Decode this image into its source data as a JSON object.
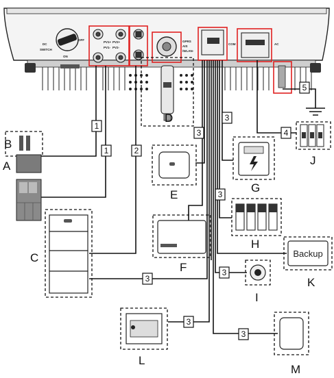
{
  "inverter": {
    "panel_labels": {
      "dc": "DC",
      "off": "OFF",
      "switch": "SWITCH",
      "on": "ON",
      "pv1_plus": "PV1+",
      "pv1_minus": "PV1-",
      "pv2_plus": "PV2+",
      "pv2_minus": "PV2-",
      "gprs": "GPRS",
      "ais": "AIS",
      "wlan": "/WLAN-",
      "com": "COM",
      "ac": "AC"
    }
  },
  "components": {
    "A": "A",
    "B": "B",
    "C": "C",
    "D": "D",
    "E": "E",
    "F": "F",
    "G": "G",
    "H": "H",
    "I": "I",
    "J": "J",
    "K": "K",
    "L": "L",
    "M": "M"
  },
  "cable_numbers": {
    "c1_upper": "1",
    "c1_lower": "1",
    "c2": "2",
    "c3_e": "3",
    "c3_g": "3",
    "c3_h": "3",
    "c3_c": "3",
    "c3_i": "3",
    "c3_l": "3",
    "c3_m": "3",
    "c4": "4",
    "c5": "5"
  },
  "backup_label": "Backup",
  "colors": {
    "highlight": "#e02020",
    "line": "#111111",
    "grey": "#9a9a9a"
  }
}
